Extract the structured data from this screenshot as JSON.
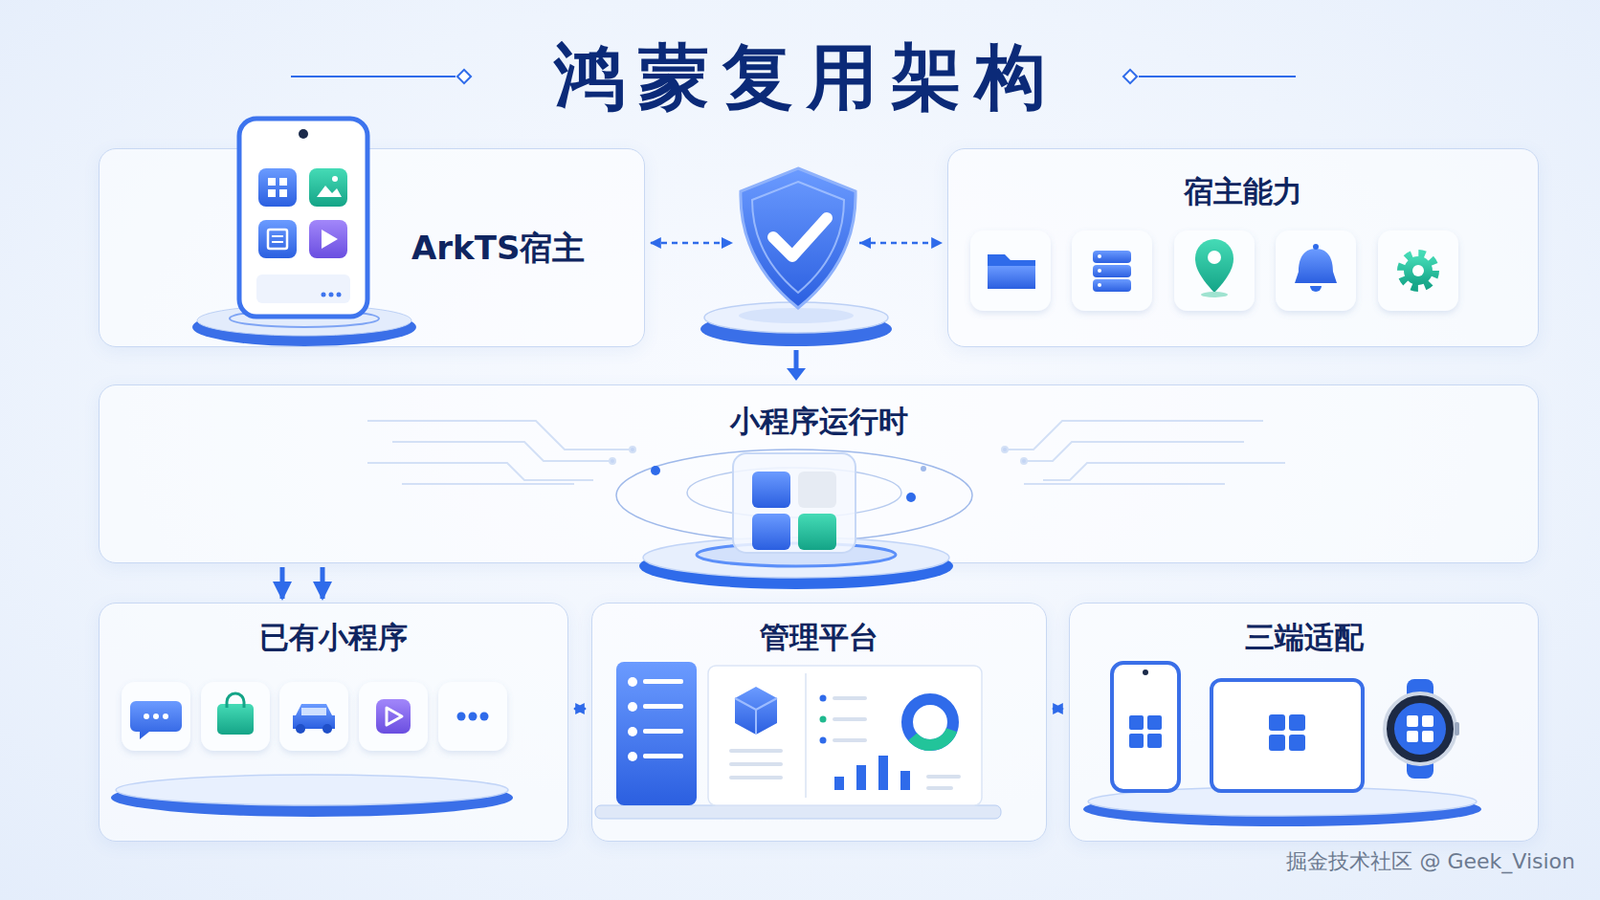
{
  "diagram": {
    "title": "鸿蒙复用架构",
    "nodes": [
      {
        "text": [
          "ArkTS宿主"
        ]
      },
      {
        "text": [
          "宿主能力"
        ]
      },
      {
        "text": [
          "小程序运行时"
        ]
      },
      {
        "text": [
          "已有小程序"
        ]
      },
      {
        "text": [
          "管理平台"
        ]
      },
      {
        "text": [
          "三端适配"
        ]
      }
    ],
    "edges": [
      {
        "from": 0,
        "to": 1,
        "arrow": "both"
      },
      {
        "from": 2,
        "to": 3,
        "arrow": "to"
      },
      {
        "from": 2,
        "to": 5,
        "arrow": "to"
      },
      {
        "from": 3,
        "to": 4,
        "arrow": "both"
      },
      {
        "from": 4,
        "to": 5,
        "arrow": "both"
      }
    ],
    "labels": [
      "掘金技术社区 @ Geek_Vision"
    ]
  }
}
